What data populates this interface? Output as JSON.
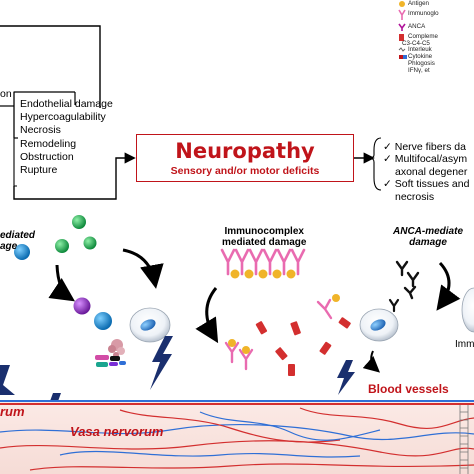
{
  "legend": {
    "items": [
      "Antigen",
      "Immunoglo",
      "ANCA",
      "Compleme",
      "C3-C4-C5",
      "Interleuk",
      "Cytokine",
      "Phlogosis",
      "IFNγ, et"
    ]
  },
  "causes": {
    "fragment": "on",
    "items": [
      "Endothelial damage",
      "Hypercoagulability",
      "Necrosis",
      "Remodeling",
      "Obstruction",
      "Rupture"
    ]
  },
  "neuropathy": {
    "title": "Neuropathy",
    "subtitle": "Sensory and/or motor deficits"
  },
  "outcomes": {
    "lines": [
      "Nerve fibers da",
      "Multifocal/asym",
      "axonal degener",
      "Soft tissues and",
      "necrosis"
    ]
  },
  "sections": {
    "left_line1": "ediated",
    "left_line2": "age",
    "immuno_line1": "Immunocomplex",
    "immuno_line2": "mediated damage",
    "anca_line1": "ANCA-mediate",
    "anca_line2": "damage",
    "right_fragment": "Imm"
  },
  "vessels": {
    "blood_vessels": "Blood vessels",
    "vasa_nervorum": "Vasa nervorum",
    "left_fragment": "rum"
  },
  "colors": {
    "accent_red": "#c0141a",
    "antigen": "#f0b429",
    "immunoglobulin": "#e96bb0",
    "anca": "#b0149a",
    "complement": "#d32f2f",
    "vessel_blue": "#2f6fd6",
    "lightning": "#1a2f6e"
  }
}
